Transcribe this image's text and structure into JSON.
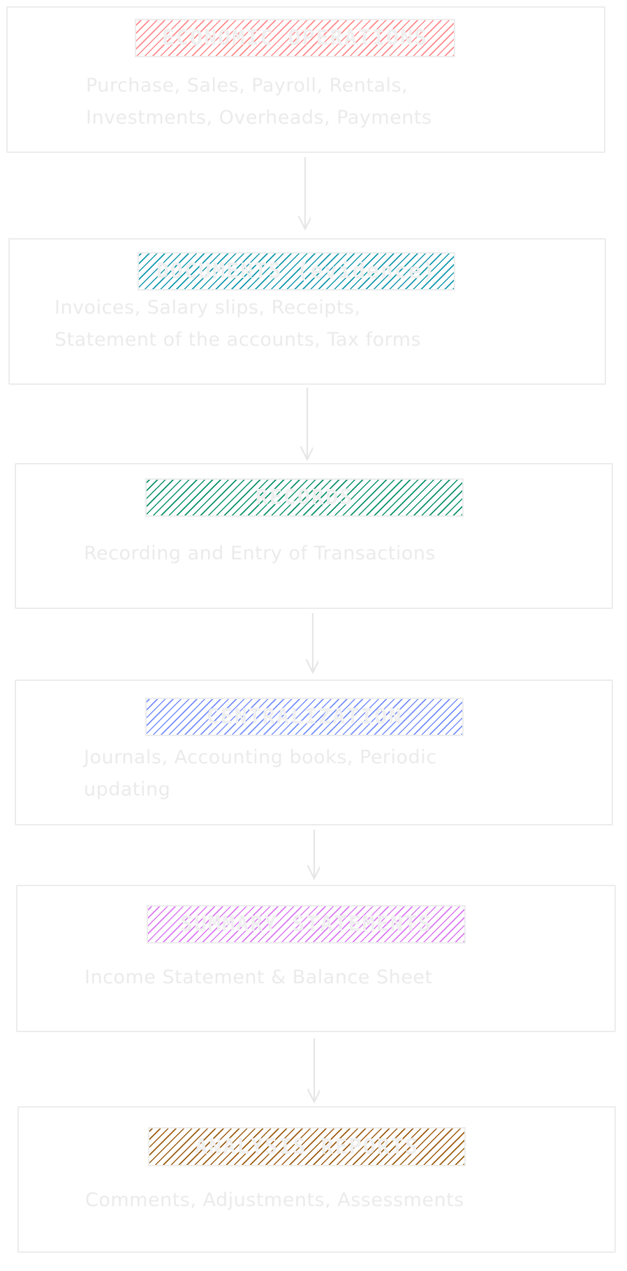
{
  "steps": [
    {
      "title": "ECONOMIC OPERATIONS",
      "body": "Purchase, Sales, Payroll, Rentals,\nInvestments, Overheads, Payments",
      "color": "#ff8787"
    },
    {
      "title": "DOCUMENTS (evidence)",
      "body": "Invoices, Salary slips, Receipts,\nStatement of the accounts, Tax forms",
      "color": "#1098ad"
    },
    {
      "title": "RECORDS",
      "body": "Recording and Entry of Transactions",
      "color": "#099268"
    },
    {
      "title": "CENTRALIZATION",
      "body": "Journals, Accounting books, Periodic\nupdating",
      "color": "#748ffc"
    },
    {
      "title": "SUMMARY STATEMENTS",
      "body": "Income Statement & Balance Sheet",
      "color": "#da77f2"
    },
    {
      "title": "ANALYSIS REPORTS",
      "body": "Comments, Adjustments, Assessments",
      "color": "#9c5b0f"
    }
  ]
}
